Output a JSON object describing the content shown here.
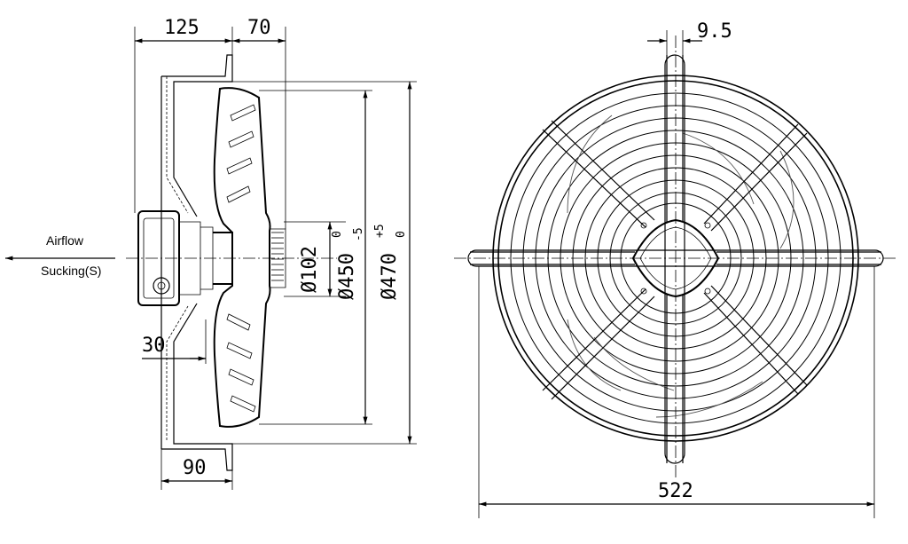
{
  "labels": {
    "airflow": "Airflow",
    "sucking": "Sucking(S)"
  },
  "dimensions": {
    "d125": "125",
    "d70": "70",
    "d30": "30",
    "d90": "90",
    "d9_5": "9.5",
    "d522": "522",
    "dia102": "Ø102",
    "dia450": "Ø450",
    "dia450_upper_tol": "0",
    "dia450_lower_tol": "-5",
    "dia470": "Ø470",
    "dia470_upper_tol": "+5",
    "dia470_lower_tol": "0"
  }
}
